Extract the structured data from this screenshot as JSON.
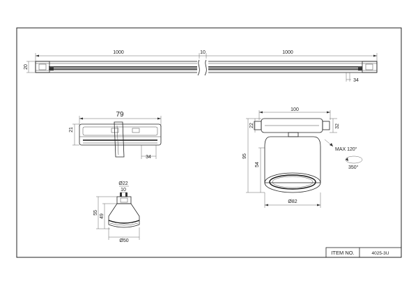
{
  "rail": {
    "dim_left": "1000",
    "dim_gap": "10",
    "dim_right": "1000",
    "dim_height": "20",
    "dim_end": "34"
  },
  "connector": {
    "dim_length": "79",
    "dim_height": "21",
    "dim_width": "34"
  },
  "lamp": {
    "dim_top": "Ø22",
    "dim_neck": "10",
    "dim_total": "55",
    "dim_body": "49",
    "dim_diameter": "Ø50"
  },
  "spot": {
    "dim_adapter": "100",
    "dim_adapter_h": "22",
    "dim_adapter_r": "32",
    "dim_total": "95",
    "dim_head": "54",
    "dim_diameter": "Ø82",
    "tilt": "MAX 120°",
    "rotate": "350°"
  },
  "title_block": {
    "item_label": "ITEM NO.",
    "item_value": "4025-3U"
  }
}
